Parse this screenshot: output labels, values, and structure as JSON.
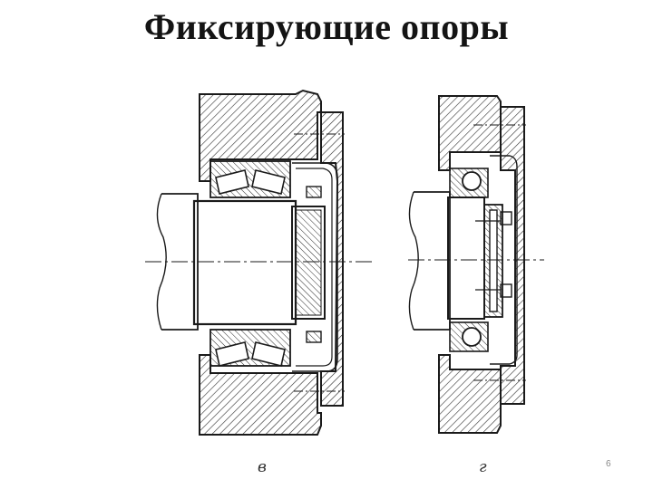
{
  "slide": {
    "title": "Фиксирующие опоры",
    "page_number": "6"
  },
  "figures": [
    {
      "label": "в"
    },
    {
      "label": "г"
    }
  ],
  "colors": {
    "line": "#1a1a1a",
    "hatch": "#2a2a2a",
    "background": "#ffffff"
  }
}
